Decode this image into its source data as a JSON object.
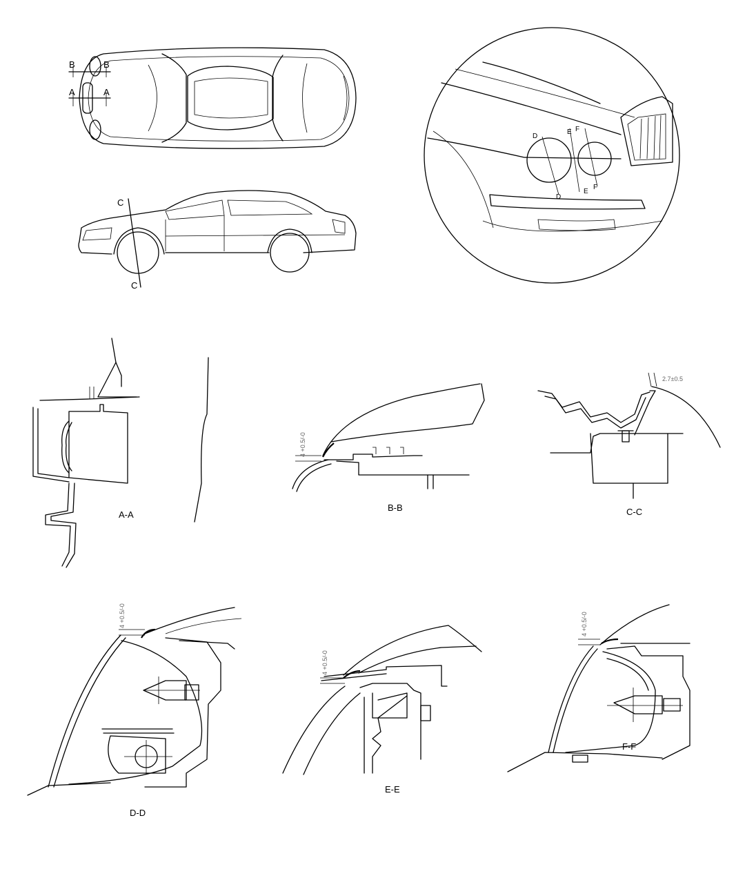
{
  "diagram": {
    "section_labels": {
      "aa": "A-A",
      "bb": "B-B",
      "cc": "C-C",
      "dd": "D-D",
      "ee": "E-E",
      "ff": "F-F"
    },
    "top_view_markers": {
      "a": "A",
      "b": "B"
    },
    "side_view_marker": "C",
    "detail_markers": {
      "d": "D",
      "e": "E",
      "f": "F"
    },
    "tolerances": {
      "cc_gap": "2.7±0.5",
      "vertical_gap": "4 +0.5/-0"
    }
  }
}
